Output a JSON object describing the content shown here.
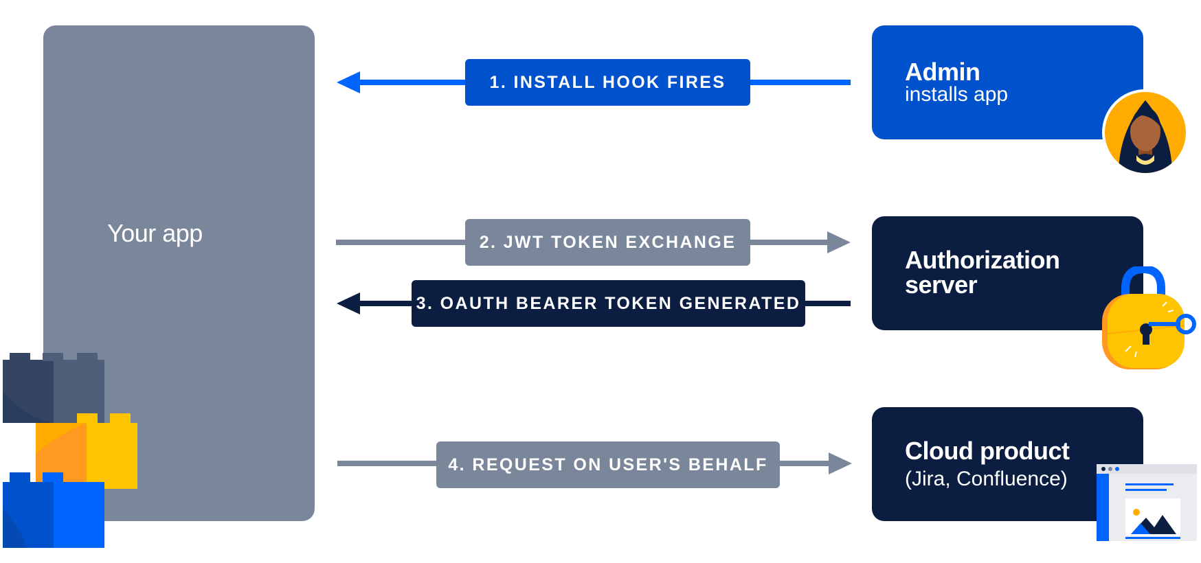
{
  "left_box": {
    "title": "Your app"
  },
  "right_boxes": {
    "admin": {
      "title": "Admin",
      "subtitle": "installs app"
    },
    "auth": {
      "title_line1": "Authorization",
      "title_line2": "server"
    },
    "cloud": {
      "title": "Cloud product",
      "subtitle": "(Jira, Confluence)"
    }
  },
  "steps": [
    {
      "label": "1. INSTALL HOOK FIRES"
    },
    {
      "label": "2. JWT TOKEN EXCHANGE"
    },
    {
      "label": "3. OAUTH BEARER TOKEN GENERATED"
    },
    {
      "label": "4. REQUEST ON USER'S BEHALF"
    }
  ],
  "colors": {
    "blue": "#0052CC",
    "bright_blue": "#0065FF",
    "gray": "#7A869A",
    "navy": "#0B1E42",
    "yellow": "#FFC400",
    "orange": "#FFAB00"
  },
  "icons": [
    "admin-avatar-icon",
    "padlock-key-icon",
    "browser-window-icon",
    "lego-bricks-icon"
  ]
}
